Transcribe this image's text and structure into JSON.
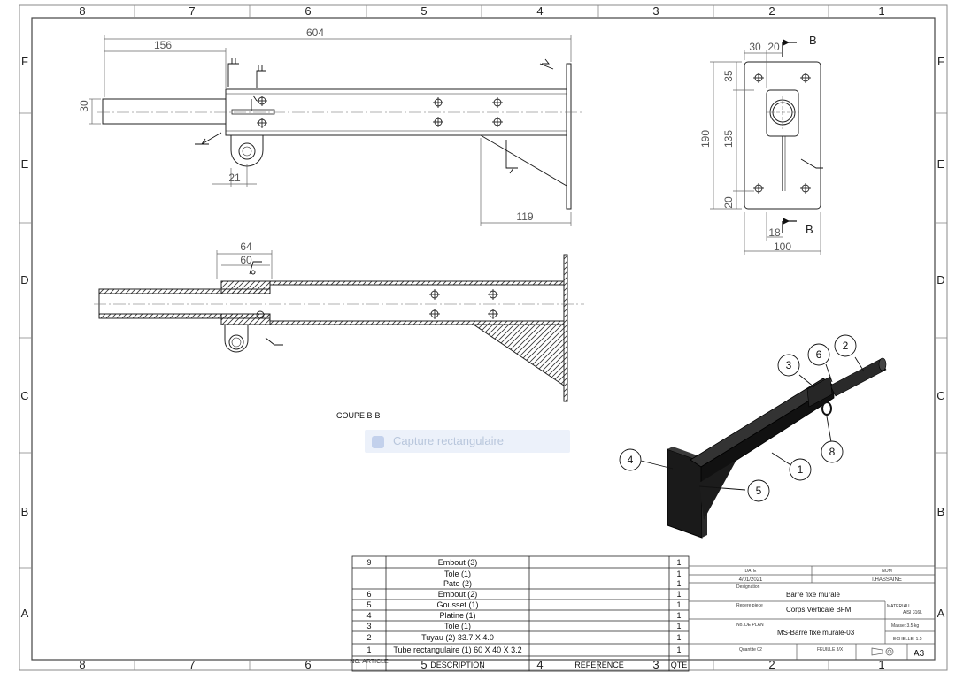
{
  "zones": {
    "columns": [
      "8",
      "7",
      "6",
      "5",
      "4",
      "3",
      "2",
      "1"
    ],
    "rows": [
      "F",
      "E",
      "D",
      "C",
      "B",
      "A"
    ]
  },
  "top_view": {
    "dim_604": "604",
    "dim_156": "156",
    "dim_30": "30",
    "dim_21": "21",
    "dim_119": "119"
  },
  "side_view": {
    "dim_30": "30",
    "dim_20_top": "20",
    "dim_35": "35",
    "dim_190": "190",
    "dim_135": "135",
    "dim_20_bottom": "20",
    "dim_18": "18",
    "dim_100": "100",
    "section_mark_top": "B",
    "section_mark_bottom": "B"
  },
  "section_view": {
    "dim_64": "64",
    "dim_60": "60",
    "label": "COUPE B-B"
  },
  "iso_view": {
    "balloons": [
      "1",
      "2",
      "3",
      "4",
      "5",
      "6",
      "8"
    ]
  },
  "overlay": {
    "text": "Capture rectangulaire"
  },
  "bom": {
    "rows": [
      {
        "no": "9",
        "desc": "Embout (3)",
        "ref": "",
        "qty": "1"
      },
      {
        "no": "",
        "desc": "Tole (1)",
        "ref": "",
        "qty": "1"
      },
      {
        "no": "",
        "desc": "Pate (2)",
        "ref": "",
        "qty": "1"
      },
      {
        "no": "6",
        "desc": "Embout (2)",
        "ref": "",
        "qty": "1"
      },
      {
        "no": "5",
        "desc": "Gousset (1)",
        "ref": "",
        "qty": "1"
      },
      {
        "no": "4",
        "desc": "Platine (1)",
        "ref": "",
        "qty": "1"
      },
      {
        "no": "3",
        "desc": "Tole (1)",
        "ref": "",
        "qty": "1"
      },
      {
        "no": "2",
        "desc": "Tuyau (2) 33.7 X 4.0",
        "ref": "",
        "qty": "1"
      },
      {
        "no": "1",
        "desc": "Tube rectangulaire (1) 60 X 40 X 3.2",
        "ref": "",
        "qty": "1"
      }
    ],
    "header": {
      "no": "NO. ARTICLE",
      "desc": "DESCRIPTION",
      "ref": "REFERENCE",
      "qty": "QTE"
    }
  },
  "title_block": {
    "date_label": "DATE",
    "date": "4/01/2021",
    "name_label": "NOM",
    "name": "I.HASSAINE",
    "designation_label": "Designation",
    "designation": "Barre fixe murale",
    "repere_label": "Repere piece",
    "repere": "Corps Verticale BFM",
    "material_label": "MATERIAU",
    "material": "AISI 316L",
    "plan_label": "No. DE PLAN",
    "plan": "MS-Barre fixe murale-03",
    "mass": "Masse: 3.5 kg",
    "scale": "ECHELLE: 1:5",
    "quantity": "Quantite 02",
    "sheet": "FEUILLE 3/X",
    "format": "A3"
  }
}
